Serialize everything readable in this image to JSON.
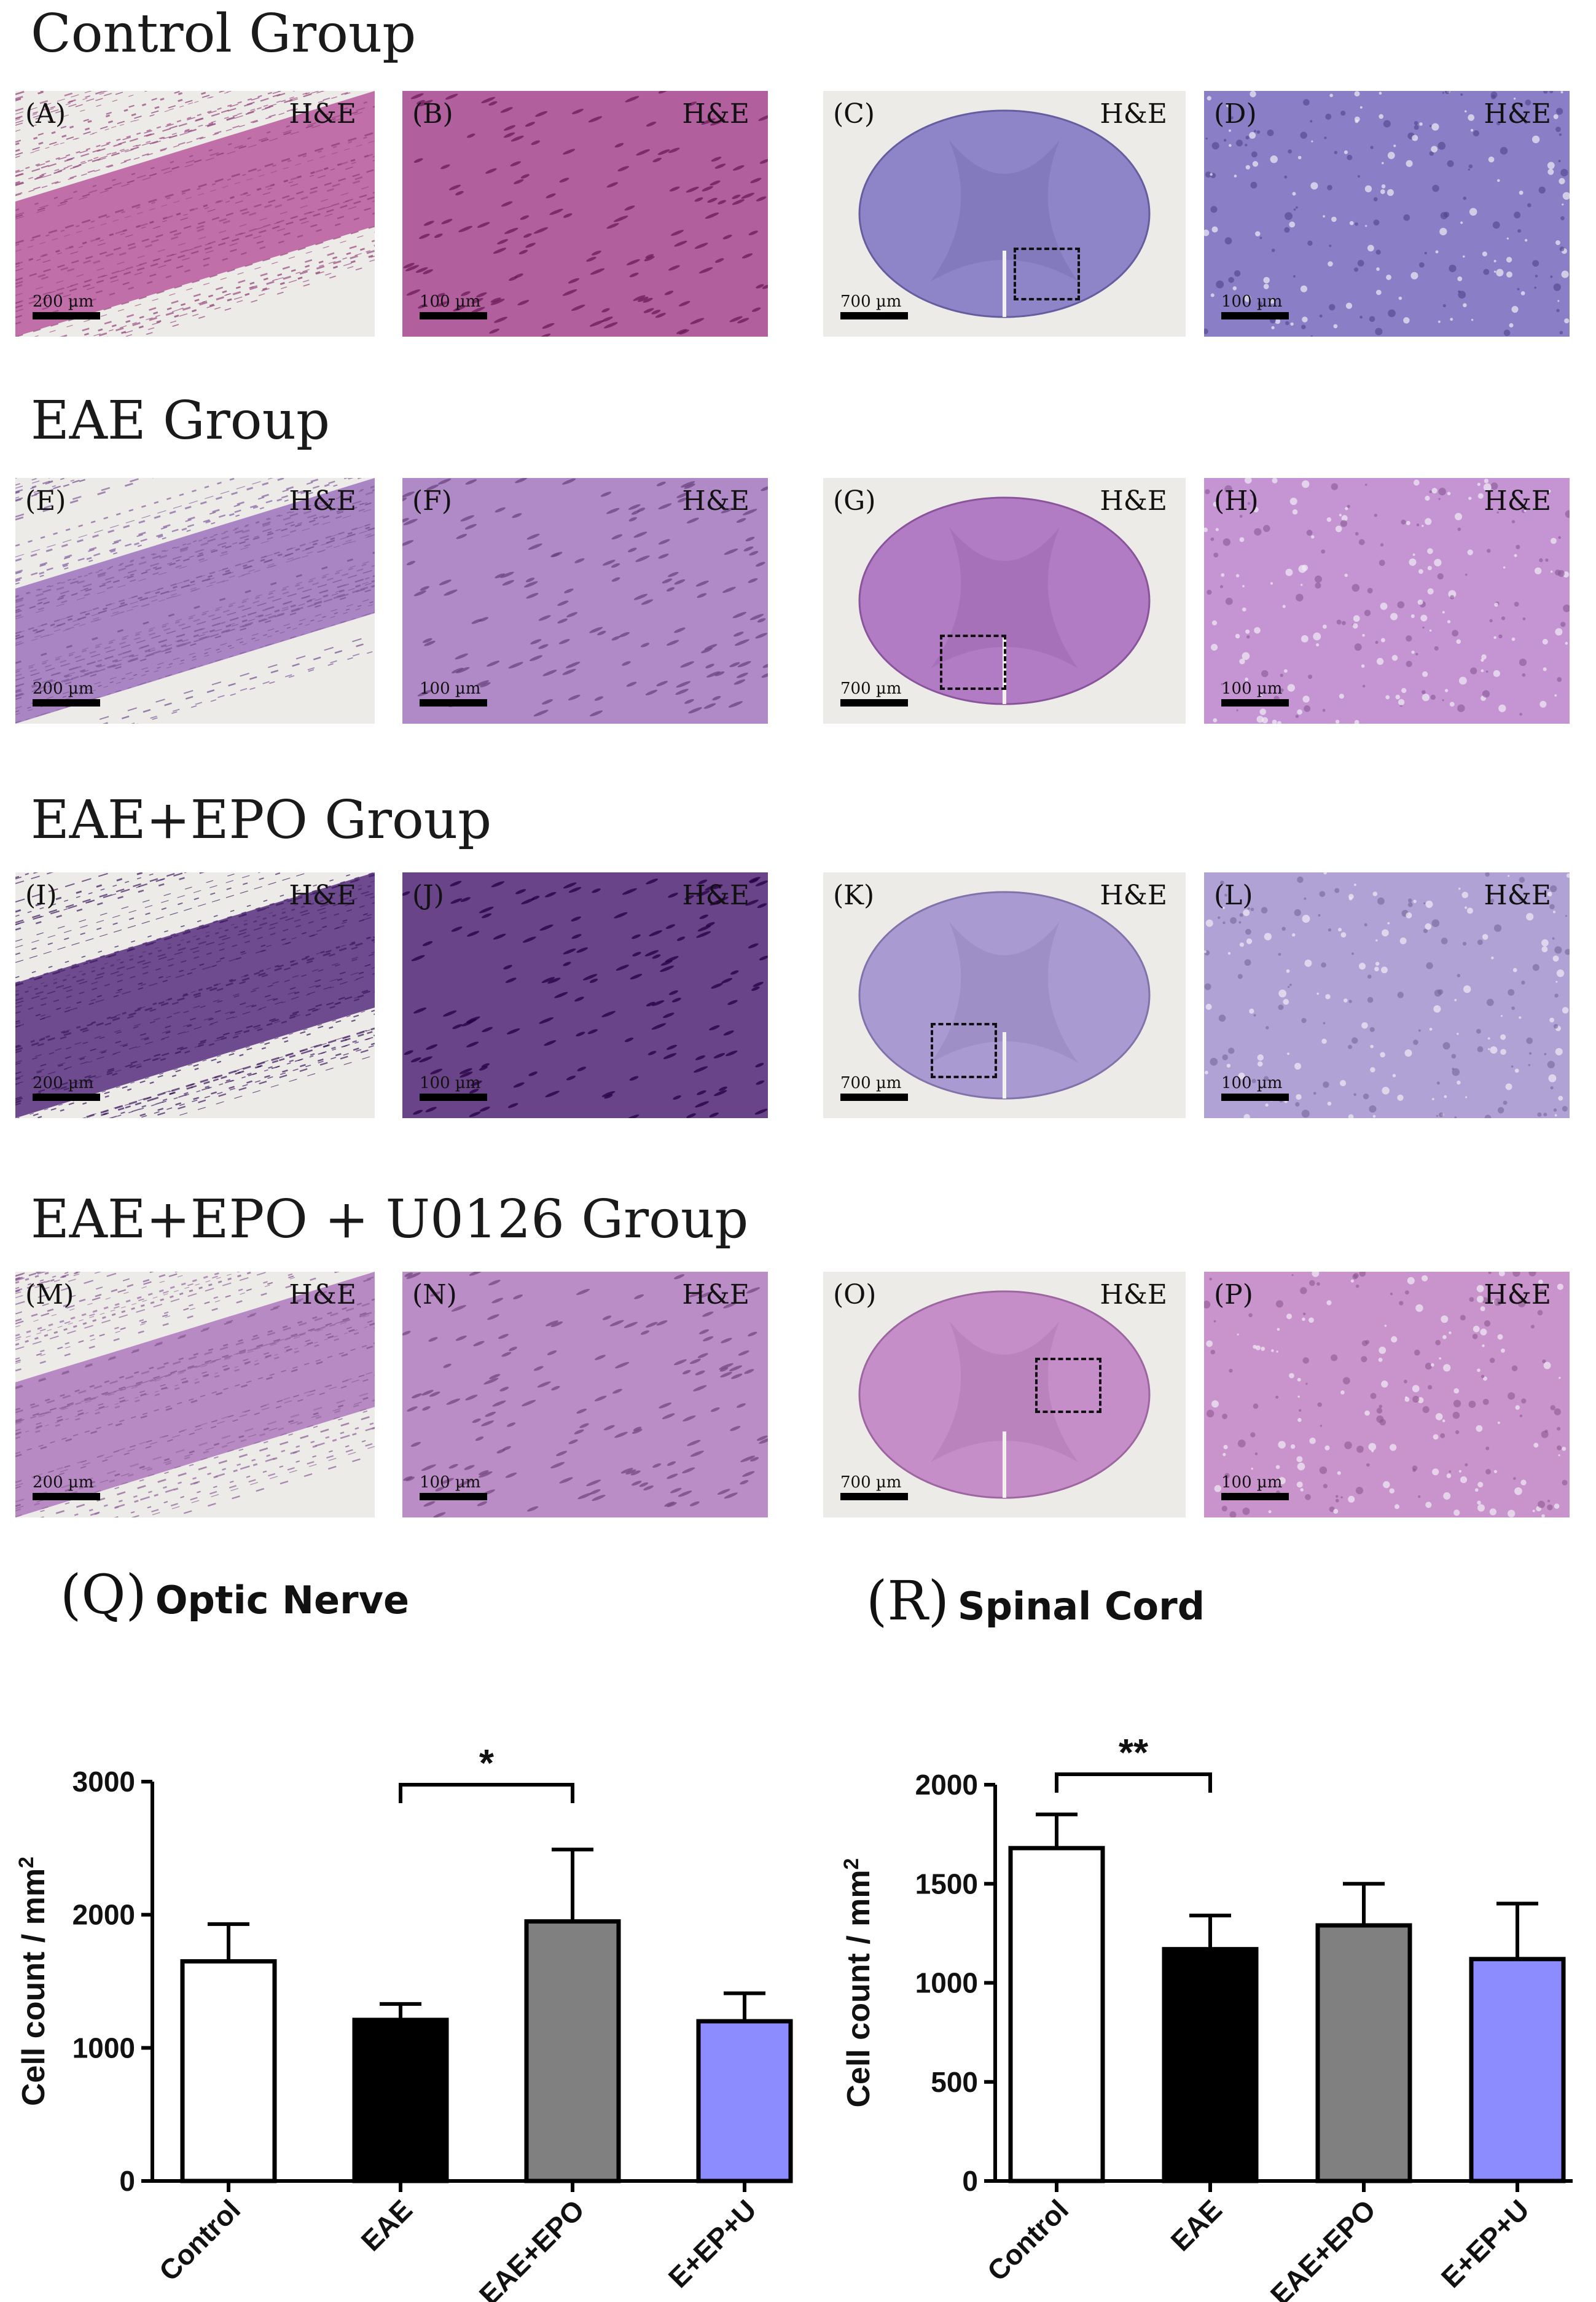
{
  "groups": [
    {
      "title": "Control Group"
    },
    {
      "title": "EAE Group"
    },
    {
      "title": "EAE+EPO Group"
    },
    {
      "title": "EAE+EPO + U0126 Group"
    }
  ],
  "panels": [
    {
      "label": "(A)",
      "stain": "H&E",
      "scale": "200 µm",
      "tissue": "optic-nerve",
      "tone": "#c06fa8"
    },
    {
      "label": "(B)",
      "stain": "H&E",
      "scale": "100 µm",
      "tissue": "optic-nerve-zoom",
      "tone": "#b25f9e"
    },
    {
      "label": "(C)",
      "stain": "H&E",
      "scale": "700 µm",
      "tissue": "spinal-cord",
      "tone": "#8e84c8"
    },
    {
      "label": "(D)",
      "stain": "H&E",
      "scale": "100 µm",
      "tissue": "spinal-cord-zoom",
      "tone": "#8a7fc6"
    },
    {
      "label": "(E)",
      "stain": "H&E",
      "scale": "200 µm",
      "tissue": "optic-nerve",
      "tone": "#a985c4"
    },
    {
      "label": "(F)",
      "stain": "H&E",
      "scale": "100 µm",
      "tissue": "optic-nerve-zoom",
      "tone": "#b08ac6"
    },
    {
      "label": "(G)",
      "stain": "H&E",
      "scale": "700 µm",
      "tissue": "spinal-cord",
      "tone": "#b27cc4"
    },
    {
      "label": "(H)",
      "stain": "H&E",
      "scale": "100 µm",
      "tissue": "spinal-cord-zoom",
      "tone": "#c495d2"
    },
    {
      "label": "(I)",
      "stain": "H&E",
      "scale": "200 µm",
      "tissue": "optic-nerve",
      "tone": "#6e4a8e"
    },
    {
      "label": "(J)",
      "stain": "H&E",
      "scale": "100 µm",
      "tissue": "optic-nerve-zoom",
      "tone": "#6a4488"
    },
    {
      "label": "(K)",
      "stain": "H&E",
      "scale": "700 µm",
      "tissue": "spinal-cord",
      "tone": "#a99ad2"
    },
    {
      "label": "(L)",
      "stain": "H&E",
      "scale": "100 µm",
      "tissue": "spinal-cord-zoom",
      "tone": "#b1a2d6"
    },
    {
      "label": "(M)",
      "stain": "H&E",
      "scale": "200 µm",
      "tissue": "optic-nerve",
      "tone": "#b88ac4"
    },
    {
      "label": "(N)",
      "stain": "H&E",
      "scale": "100 µm",
      "tissue": "optic-nerve-zoom",
      "tone": "#bb8dc6"
    },
    {
      "label": "(O)",
      "stain": "H&E",
      "scale": "700 µm",
      "tissue": "spinal-cord",
      "tone": "#c58ec8"
    },
    {
      "label": "(P)",
      "stain": "H&E",
      "scale": "100 µm",
      "tissue": "spinal-cord-zoom",
      "tone": "#c993cc"
    }
  ],
  "chart_data": [
    {
      "type": "bar",
      "letter": "(Q)",
      "title": "Optic Nerve",
      "ylabel": "Cell count / mm",
      "ylabel_sup": "2",
      "categories": [
        "Control",
        "EAE",
        "EAE+EPO",
        "E+EP+U"
      ],
      "values": [
        1650,
        1210,
        1950,
        1200
      ],
      "errors": [
        280,
        120,
        540,
        210
      ],
      "colors": [
        "#ffffff",
        "#000000",
        "#808080",
        "#8c8cff"
      ],
      "ylim": [
        0,
        3000
      ],
      "yticks": [
        "0",
        "1000",
        "2000",
        "3000"
      ],
      "significance": [
        {
          "from": 1,
          "to": 2,
          "label": "*"
        }
      ]
    },
    {
      "type": "bar",
      "letter": "(R)",
      "title": "Spinal Cord",
      "ylabel": "Cell count / mm",
      "ylabel_sup": "2",
      "categories": [
        "Control",
        "EAE",
        "EAE+EPO",
        "E+EP+U"
      ],
      "values": [
        1680,
        1170,
        1290,
        1120
      ],
      "errors": [
        170,
        170,
        210,
        280
      ],
      "colors": [
        "#ffffff",
        "#000000",
        "#808080",
        "#8c8cff"
      ],
      "ylim": [
        0,
        2000
      ],
      "yticks": [
        "0",
        "500",
        "1000",
        "1500",
        "2000"
      ],
      "significance": [
        {
          "from": 0,
          "to": 1,
          "label": "**"
        }
      ]
    }
  ]
}
